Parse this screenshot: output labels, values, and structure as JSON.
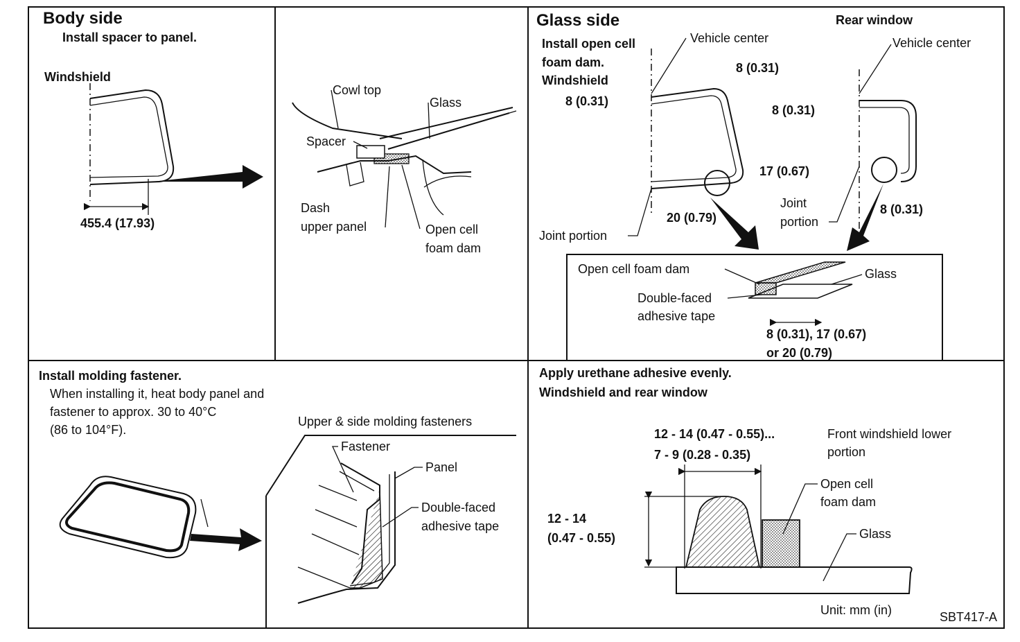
{
  "body_side": {
    "title": "Body side",
    "instruction": "Install spacer to panel.",
    "windshield_label": "Windshield",
    "dimension": "455.4 (17.93)",
    "labels": {
      "cowl_top": "Cowl top",
      "glass": "Glass",
      "spacer": "Spacer",
      "dash_1": "Dash",
      "dash_2": "upper panel",
      "foam_1": "Open cell",
      "foam_2": "foam dam"
    }
  },
  "glass_side": {
    "title": "Glass side",
    "instruction_1": "Install open cell",
    "instruction_2": "foam dam.",
    "windshield_label": "Windshield",
    "rear_window_label": "Rear window",
    "vehicle_center_1": "Vehicle center",
    "vehicle_center_2": "Vehicle center",
    "dims": {
      "ws_top": "8 (0.31)",
      "ws_side": "8 (0.31)",
      "ws_bottom": "20 (0.79)",
      "rw_top": "8 (0.31)",
      "rw_joint": "17 (0.67)",
      "rw_side": "8 (0.31)"
    },
    "joint_portion": "Joint portion",
    "joint_1": "Joint",
    "joint_2": "portion",
    "detail": {
      "foam": "Open cell foam dam",
      "glass": "Glass",
      "tape_1": "Double-faced",
      "tape_2": "adhesive tape",
      "dim_1": "8 (0.31), 17 (0.67)",
      "dim_2": "or 20 (0.79)"
    }
  },
  "molding": {
    "title": "Install molding fastener.",
    "note_1": "When installing it, heat body panel and",
    "note_2": "fastener to approx. 30 to 40°C",
    "note_3": "(86 to 104°F).",
    "detail_title": "Upper & side molding fasteners",
    "fastener": "Fastener",
    "panel": "Panel",
    "tape_1": "Double-faced",
    "tape_2": "adhesive tape"
  },
  "urethane": {
    "title_1": "Apply urethane adhesive evenly.",
    "title_2": "Windshield and rear window",
    "width_1": "12 - 14 (0.47 - 0.55)...",
    "width_2": "7 - 9 (0.28 - 0.35)",
    "width_note_1": "Front windshield lower",
    "width_note_2": "portion",
    "height_1": "12 - 14",
    "height_2": "(0.47 - 0.55)",
    "foam_1": "Open cell",
    "foam_2": "foam dam",
    "glass": "Glass",
    "unit": "Unit: mm (in)",
    "code": "SBT417-A"
  }
}
